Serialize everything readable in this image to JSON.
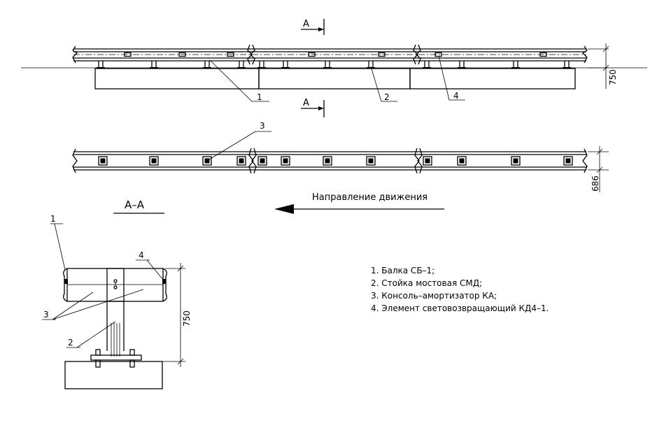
{
  "colors": {
    "ink": "#000000",
    "paper": "#ffffff"
  },
  "section": {
    "label": "А",
    "title": "А–А"
  },
  "callouts": {
    "c1": "1",
    "c2": "2",
    "c3": "3",
    "c4": "4"
  },
  "dimensions": {
    "height_elevation": "750",
    "width_plan": "686",
    "height_section": "750"
  },
  "direction_label": "Направление движения",
  "legend": [
    "1. Балка СБ–1;",
    "2. Стойка мостовая СМД;",
    "3. Консоль–амортизатор КА;",
    "4. Элемент световозвращающий КД4–1."
  ]
}
